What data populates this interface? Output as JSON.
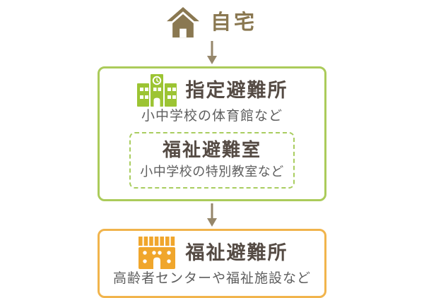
{
  "colors": {
    "house_brown": "#8a7851",
    "home_label_brown": "#8a7851",
    "arrow_brown": "#95866a",
    "school_green": "#9cc433",
    "facility_orange": "#f0a62c",
    "designated_border_green": "#abcb5a",
    "welfare_room_border_green": "#a9cd5f",
    "welfare_shelter_border_orange": "#f1b44c",
    "title_text": "#554b44",
    "subtitle_text": "#5e5e5e",
    "background": "#ffffff"
  },
  "home": {
    "label": "自宅",
    "icon": "house-icon"
  },
  "designated_shelter": {
    "title": "指定避難所",
    "subtitle": "小中学校の体育館など",
    "icon": "school-icon",
    "border_color": "#abcb5a"
  },
  "welfare_room": {
    "title": "福祉避難室",
    "subtitle": "小中学校の特別教室など",
    "border_color": "#a9cd5f"
  },
  "welfare_shelter": {
    "title": "福祉避難所",
    "subtitle": "高齢者センターや福祉施設など",
    "icon": "facility-icon",
    "border_color": "#f1b44c"
  }
}
